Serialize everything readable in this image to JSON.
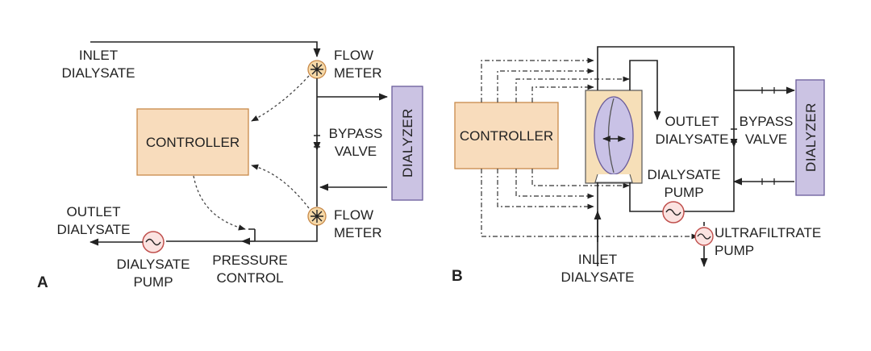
{
  "panel_a": {
    "letter": "A",
    "inlet_label": [
      "INLET",
      "DIALYSATE"
    ],
    "flow_meter_top": [
      "FLOW",
      "METER"
    ],
    "flow_meter_bottom": [
      "FLOW",
      "METER"
    ],
    "controller": "CONTROLLER",
    "bypass_valve": [
      "BYPASS",
      "VALVE"
    ],
    "dialyzer": "DIALYZER",
    "outlet_label": [
      "OUTLET",
      "DIALYSATE"
    ],
    "dialysate_pump": [
      "DIALYSATE",
      "PUMP"
    ],
    "pressure_control": [
      "PRESSURE",
      "CONTROL"
    ]
  },
  "panel_b": {
    "letter": "B",
    "controller": "CONTROLLER",
    "outlet_label": [
      "OUTLET",
      "DIALYSATE"
    ],
    "bypass_valve": [
      "BYPASS",
      "VALVE"
    ],
    "dialyzer": "DIALYZER",
    "dialysate_pump": [
      "DIALYSATE",
      "PUMP"
    ],
    "ultrafiltrate_pump": [
      "ULTRAFILTRATE",
      "PUMP"
    ],
    "inlet_label": [
      "INLET",
      "DIALYSATE"
    ]
  },
  "colors": {
    "controller_fill": "#f8dcbc",
    "controller_stroke": "#c88a4a",
    "dialyzer_fill": "#cbc3e3",
    "dialyzer_stroke": "#6a5c9a",
    "chamber_fill": "#f6dfb8",
    "balloon_fill": "#c9c2e6",
    "pump_stroke": "#c0504d",
    "line": "#222222"
  }
}
